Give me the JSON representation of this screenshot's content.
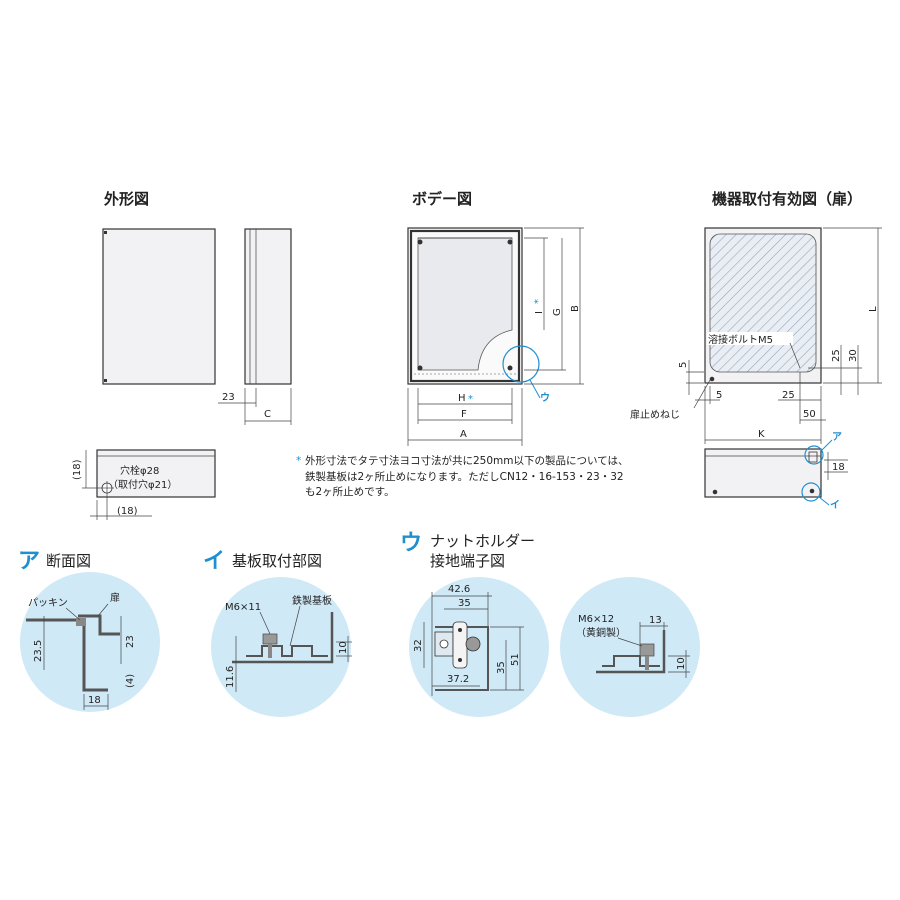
{
  "headings": {
    "outline": "外形図",
    "body": "ボデー図",
    "mount": "機器取付有効図（扉）"
  },
  "outline_dims": {
    "d23": "23",
    "c": "C",
    "hole_label": "穴栓φ28",
    "hole_sub": "（取付穴φ21）",
    "d18_left": "(18)",
    "d18_bottom": "(18)"
  },
  "body_dims": {
    "h": "H",
    "f": "F",
    "a": "A",
    "i": "I",
    "g": "G",
    "b": "B",
    "star": "*",
    "u_callout": "ウ"
  },
  "mount_dims": {
    "weld": "溶接ボルトM5",
    "door_screw": "扉止めねじ",
    "d5_top": "5",
    "d5_left": "5",
    "d25_h": "25",
    "d25_v": "25",
    "d30": "30",
    "d50": "50",
    "k": "K",
    "l": "L",
    "d18": "18",
    "a_callout": "ア",
    "i_callout": "イ"
  },
  "note": {
    "star": "*",
    "line1": "外形寸法でタテ寸法ヨコ寸法が共に250mm以下の製品については、",
    "line2": "鉄製基板は2ヶ所止めになります。ただしCN12・16-153・23・32",
    "line3": "も2ヶ所止めです。"
  },
  "details": {
    "a": {
      "kana": "ア",
      "title": "断面図",
      "packing": "パッキン",
      "door": "扉",
      "d23_5": "23.5",
      "d23": "23",
      "d4": "(4)",
      "d18": "18"
    },
    "i": {
      "kana": "イ",
      "title": "基板取付部図",
      "bolt": "M6×11",
      "plate": "鉄製基板",
      "d11_6": "11.6",
      "d10": "10"
    },
    "u": {
      "kana": "ウ",
      "title1": "ナットホルダー",
      "title2": "接地端子図",
      "d42_6": "42.6",
      "d35_top": "35",
      "d37_2": "37.2",
      "d32": "32",
      "d35_r": "35",
      "d51": "51",
      "bolt": "M6×12",
      "brass": "（黄銅製）",
      "d13": "13",
      "d10": "10"
    }
  },
  "colors": {
    "accent": "#1f8fd0",
    "circle": "#cfe9f7",
    "panel": "#f2f2f4"
  }
}
